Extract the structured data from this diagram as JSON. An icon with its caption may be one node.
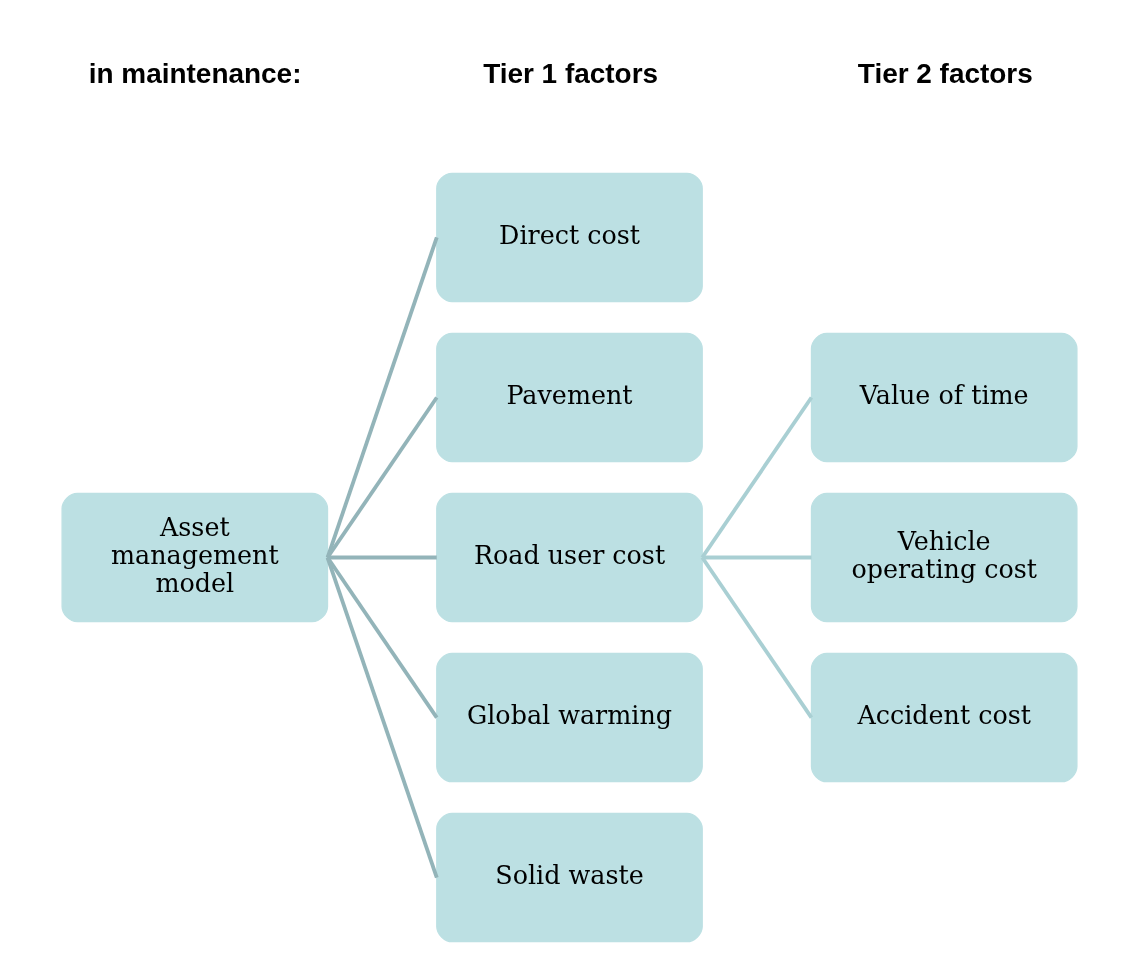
{
  "diagram": {
    "nodes": [
      {
        "text": [
          "Asset management model"
        ]
      },
      {
        "text": [
          "Direct cost"
        ]
      },
      {
        "text": [
          "Pavement"
        ]
      },
      {
        "text": [
          "Road user cost"
        ]
      },
      {
        "text": [
          "Global warming"
        ]
      },
      {
        "text": [
          "Solid waste"
        ]
      },
      {
        "text": [
          "Value of time"
        ]
      },
      {
        "text": [
          "Vehicle operating cost"
        ]
      },
      {
        "text": [
          "Accident cost"
        ]
      }
    ],
    "edges": [
      {
        "from": 0,
        "to": 1,
        "arrow": "none"
      },
      {
        "from": 0,
        "to": 2,
        "arrow": "none"
      },
      {
        "from": 0,
        "to": 3,
        "arrow": "none"
      },
      {
        "from": 0,
        "to": 4,
        "arrow": "none"
      },
      {
        "from": 0,
        "to": 5,
        "arrow": "none"
      },
      {
        "from": 3,
        "to": 6,
        "arrow": "none",
        "color": "#a9cfd3"
      },
      {
        "from": 3,
        "to": 7,
        "arrow": "none",
        "color": "#a9cfd3"
      },
      {
        "from": 3,
        "to": 8,
        "arrow": "none",
        "color": "#a9cfd3"
      }
    ],
    "labels": [
      "in maintenance:",
      "Tier 1 factors",
      "Tier 2 factors"
    ]
  }
}
